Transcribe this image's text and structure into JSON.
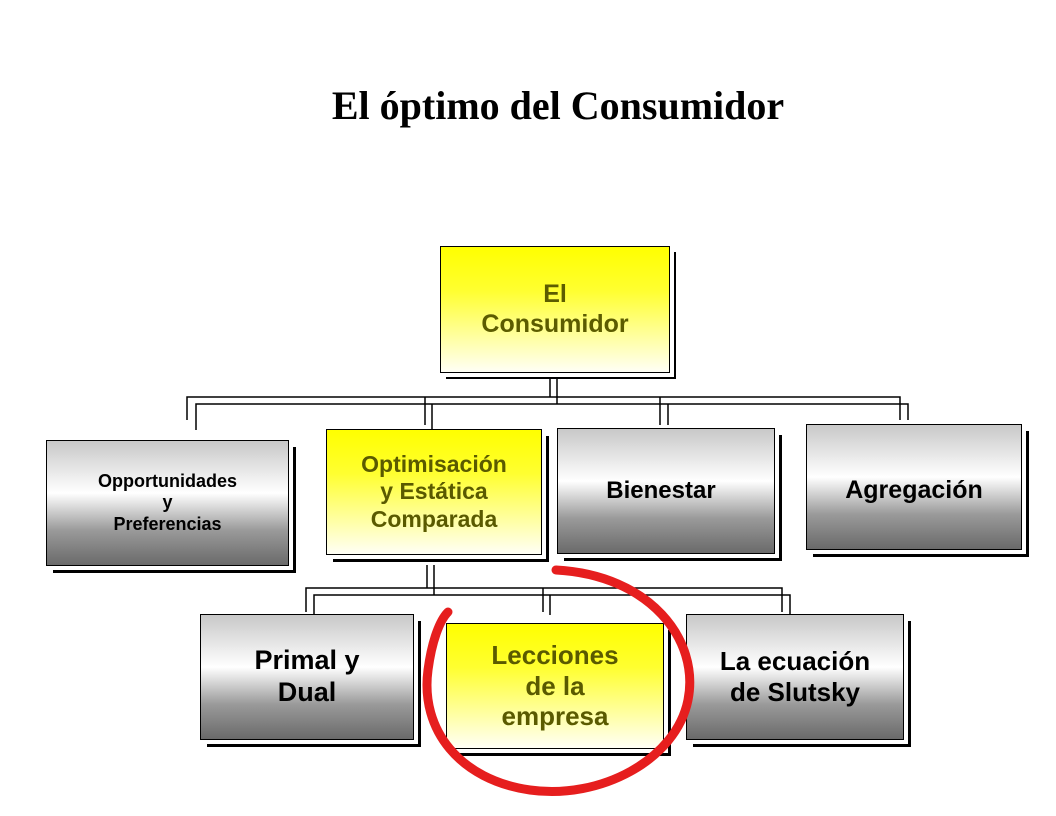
{
  "title": "El óptimo del Consumidor",
  "nodes": {
    "root": "El\nConsumidor",
    "oportunidades": "Opportunidades\ny\nPreferencias",
    "optimisacion": "Optimisación\ny Estática\nComparada",
    "bienestar": "Bienestar",
    "agregacion": "Agregación",
    "primal": "Primal y\nDual",
    "lecciones": "Lecciones\nde la\nempresa",
    "slutsky": "La ecuación\nde Slutsky"
  },
  "colors": {
    "highlight": "#e61e1e",
    "yellow": "#ffff00"
  }
}
